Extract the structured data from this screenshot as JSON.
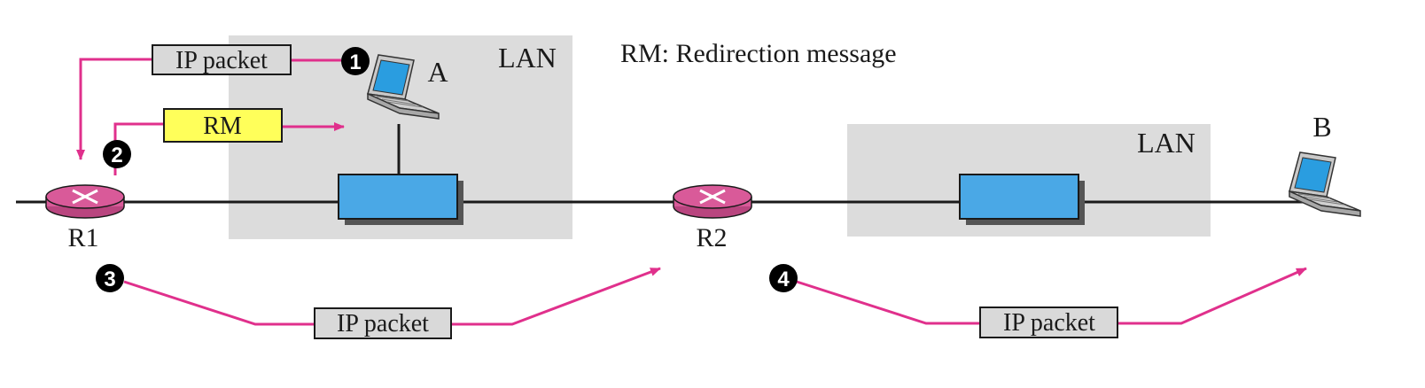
{
  "legend": {
    "text": "RM: Redirection message"
  },
  "lans": [
    {
      "label": "LAN"
    },
    {
      "label": "LAN"
    }
  ],
  "routers": [
    {
      "label": "R1"
    },
    {
      "label": "R2"
    }
  ],
  "hosts": [
    {
      "label": "A"
    },
    {
      "label": "B"
    }
  ],
  "messages": {
    "step1": "IP packet",
    "step2": "RM",
    "step3": "IP packet",
    "step4": "IP packet"
  },
  "steps": [
    "1",
    "2",
    "3",
    "4"
  ],
  "colors": {
    "lan_bg": "#dcdcdc",
    "switch": "#4aa8e6",
    "router": "#d95a99",
    "arrow": "#e0308c",
    "packet_box": "#d9d9d9",
    "rm_box": "#ffff5a",
    "line": "#1a1a1a"
  },
  "icons": [
    "laptop-icon",
    "router-icon",
    "switch-icon"
  ]
}
